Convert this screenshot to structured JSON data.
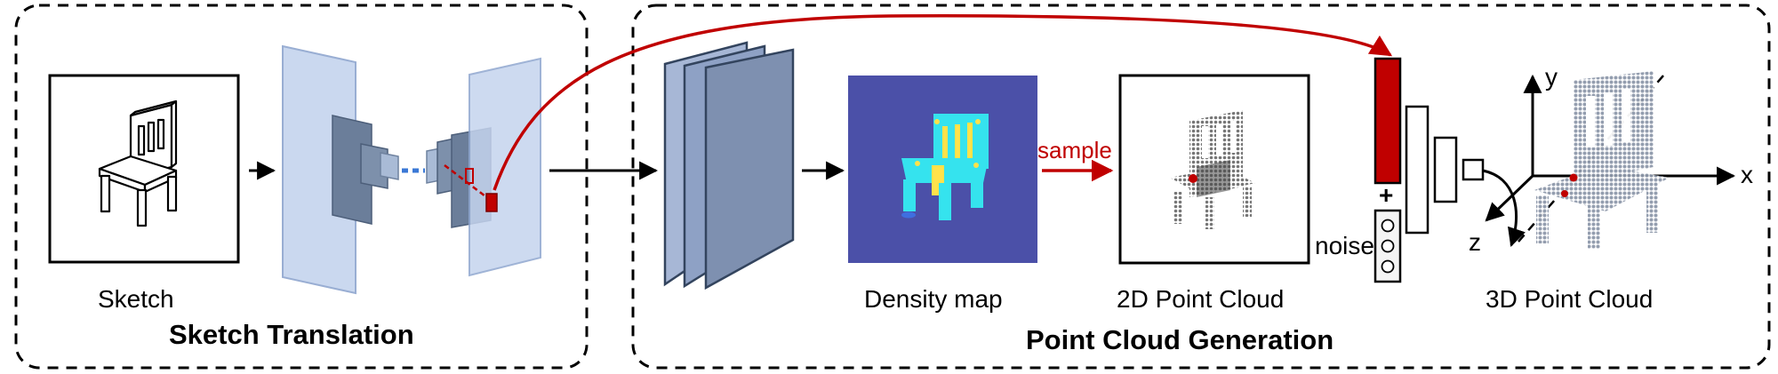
{
  "sections": {
    "left_title": "Sketch Translation",
    "right_title": "Point Cloud Generation"
  },
  "labels": {
    "sketch": "Sketch",
    "density_map": "Density map",
    "sample": "sample",
    "pc2d": "2D Point Cloud",
    "noise": "noise",
    "plus": "+",
    "pc3d": "3D Point Cloud"
  },
  "axes": {
    "x": "x",
    "y": "y",
    "z": "z"
  },
  "colors": {
    "highlight_red": "#c00000",
    "plane_fill": "#c5d4ee",
    "plane_stroke": "#8fa6cf",
    "block_fill": "#6b7e9a",
    "density_bg": "#4b50a8",
    "density_cyan": "#35e3ee",
    "density_yellow": "#ffe24a"
  }
}
